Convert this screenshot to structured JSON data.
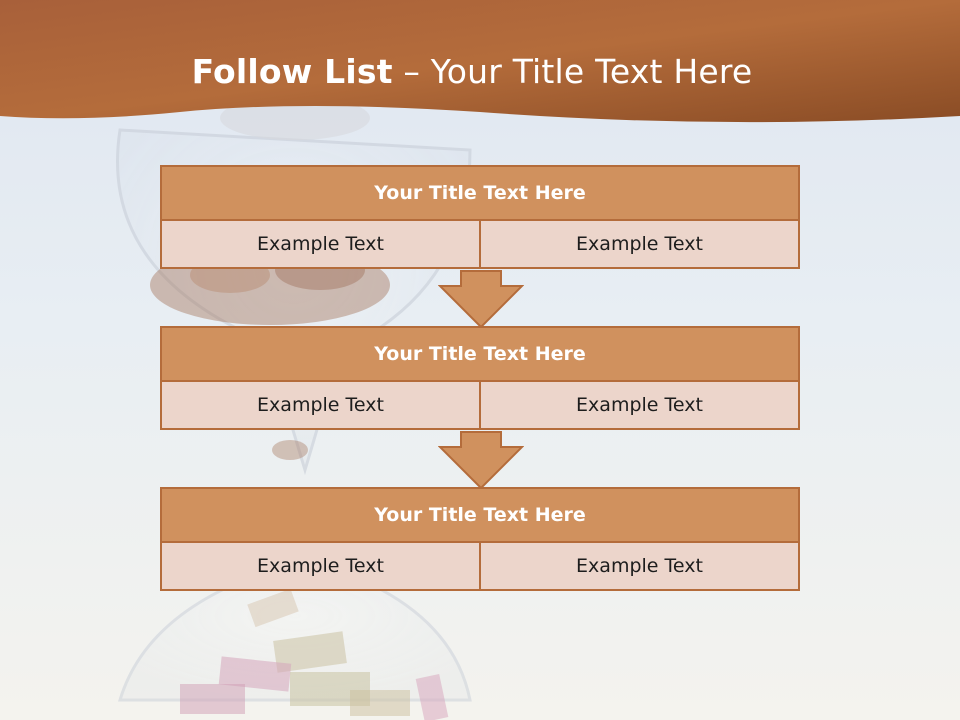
{
  "slide": {
    "title_bold": "Follow List",
    "title_rest": " – Your Title Text Here"
  },
  "blocks": [
    {
      "title": "Your Title Text Here",
      "left": "Example Text",
      "right": "Example Text"
    },
    {
      "title": "Your Title Text Here",
      "left": "Example Text",
      "right": "Example Text"
    },
    {
      "title": "Your Title Text Here",
      "left": "Example Text",
      "right": "Example Text"
    }
  ],
  "colors": {
    "banner": "#b46c3b",
    "header_fill": "#d0915e",
    "cell_fill": "#ecd5cb",
    "border": "#b46c3b"
  },
  "background_art": "hourglass-with-coins-and-banknotes"
}
